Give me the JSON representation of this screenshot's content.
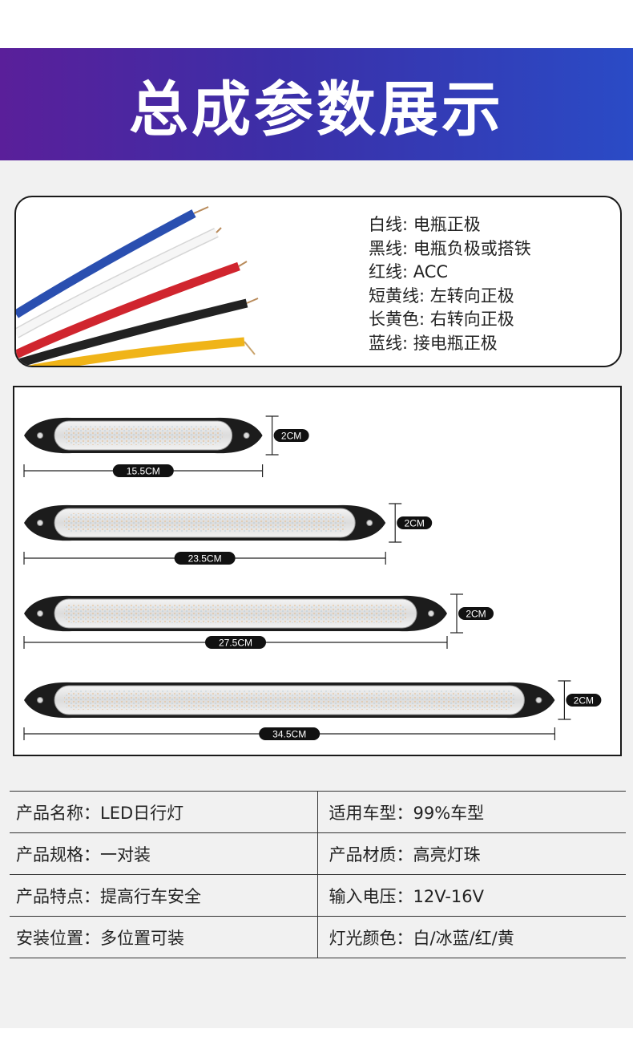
{
  "banner": {
    "title": "总成参数展示"
  },
  "wires": [
    "白线: 电瓶正极",
    "黑线: 电瓶负极或搭铁",
    "红线: ACC",
    "短黄线: 左转向正极",
    "长黄色: 右转向正极",
    "蓝线: 接电瓶正极"
  ],
  "wire_colors": {
    "blue": "#2a4fb0",
    "white": "#f4f4f4",
    "red": "#d0252e",
    "black": "#222222",
    "yellow": "#f0b418"
  },
  "bars": [
    {
      "length_label": "15.5CM",
      "height_label": "2CM",
      "length_cm": 15.5
    },
    {
      "length_label": "23.5CM",
      "height_label": "2CM",
      "length_cm": 23.5
    },
    {
      "length_label": "27.5CM",
      "height_label": "2CM",
      "length_cm": 27.5
    },
    {
      "length_label": "34.5CM",
      "height_label": "2CM",
      "length_cm": 34.5
    }
  ],
  "specs": [
    {
      "left": "产品名称：LED日行灯",
      "right": "适用车型：99%车型"
    },
    {
      "left": "产品规格：一对装",
      "right": "产品材质：高亮灯珠"
    },
    {
      "left": "产品特点：提高行车安全",
      "right": "输入电压：12V-16V"
    },
    {
      "left": "安装位置：多位置可装",
      "right": "灯光颜色：白/冰蓝/红/黄"
    }
  ]
}
